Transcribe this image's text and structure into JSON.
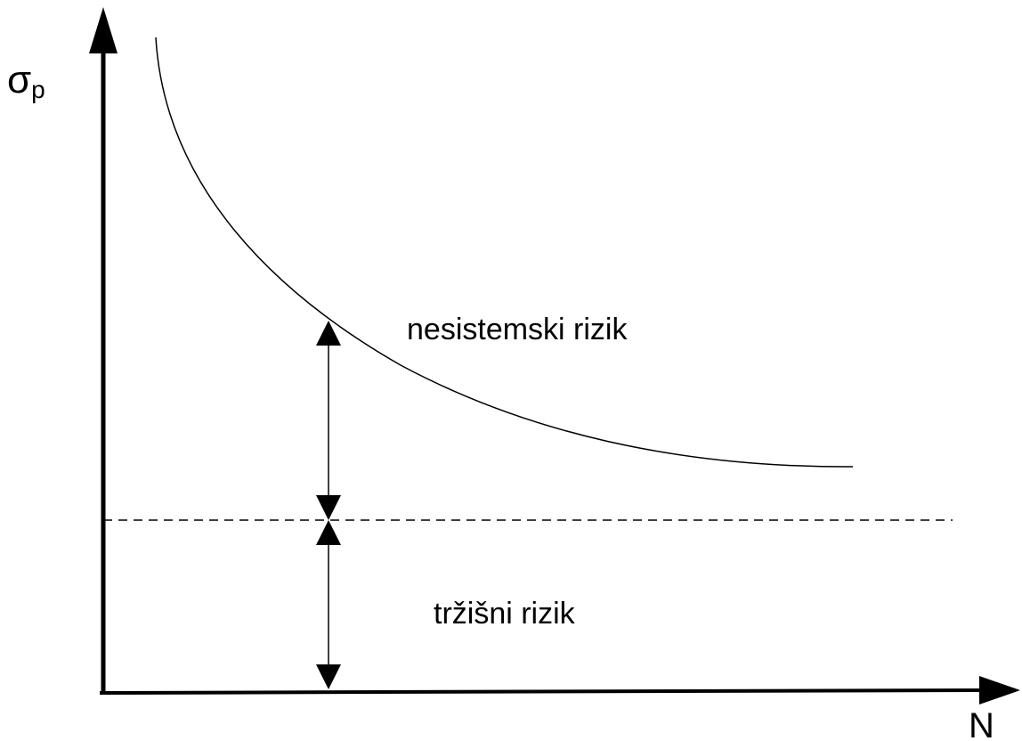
{
  "labels": {
    "y_axis_symbol": "σ",
    "y_axis_subscript": "p",
    "x_axis": "N",
    "upper_region": "nesistemski rizik",
    "lower_region": "tržišni rizik"
  },
  "colors": {
    "ink": "#000000",
    "background": "#ffffff"
  }
}
